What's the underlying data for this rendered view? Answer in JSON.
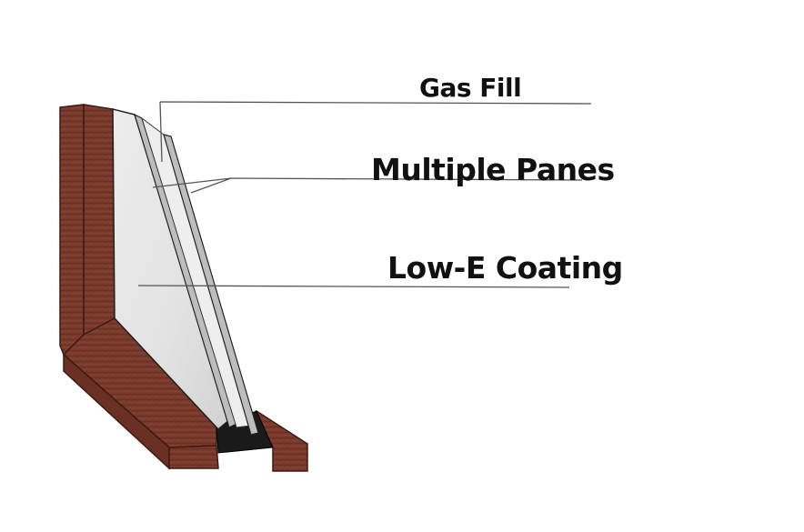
{
  "labels": {
    "gas_fill": "Gas Fill",
    "multiple_panes": "Multiple Panes",
    "low_e_coating": "Low-E Coating"
  },
  "colors": {
    "brick": "#7a3a2c",
    "brick_dark": "#4e2219",
    "brick_light": "#8f4a3a",
    "glass": "#e9e9e9",
    "glass_shadow": "#d6d6d6",
    "leader_line": "#555555",
    "text": "#111111"
  }
}
